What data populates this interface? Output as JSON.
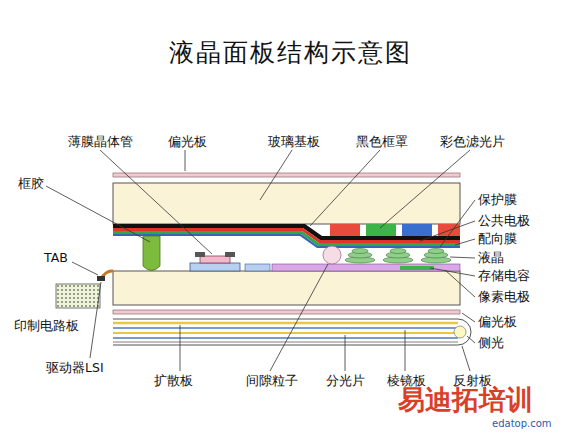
{
  "diagram": {
    "title": "液晶面板结构示意图",
    "labels": [
      "薄膜晶体管",
      "偏光板",
      "玻璃基板",
      "黑色框罩",
      "彩色滤光片",
      "框胶",
      "保护膜",
      "公共电极",
      "配向膜",
      "液晶",
      "TAB",
      "存储电容",
      "像素电极",
      "印制电路板",
      "偏光板",
      "侧光",
      "驱动器LSI",
      "扩散板",
      "间隙粒子",
      "分光片",
      "棱镜板",
      "反射板",
      "易迪拓培训",
      "edatop.com"
    ]
  }
}
